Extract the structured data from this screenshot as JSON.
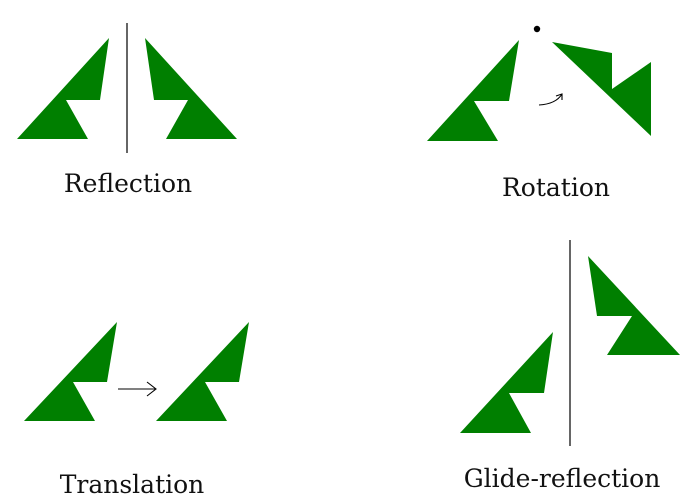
{
  "colors": {
    "shape_fill": "#007f00",
    "line": "#000000",
    "text": "#111111",
    "background": "#ffffff"
  },
  "panels": {
    "reflection": {
      "label": "Reflection"
    },
    "rotation": {
      "label": "Rotation"
    },
    "translation": {
      "label": "Translation"
    },
    "glide_reflection": {
      "label": "Glide-reflection"
    }
  }
}
